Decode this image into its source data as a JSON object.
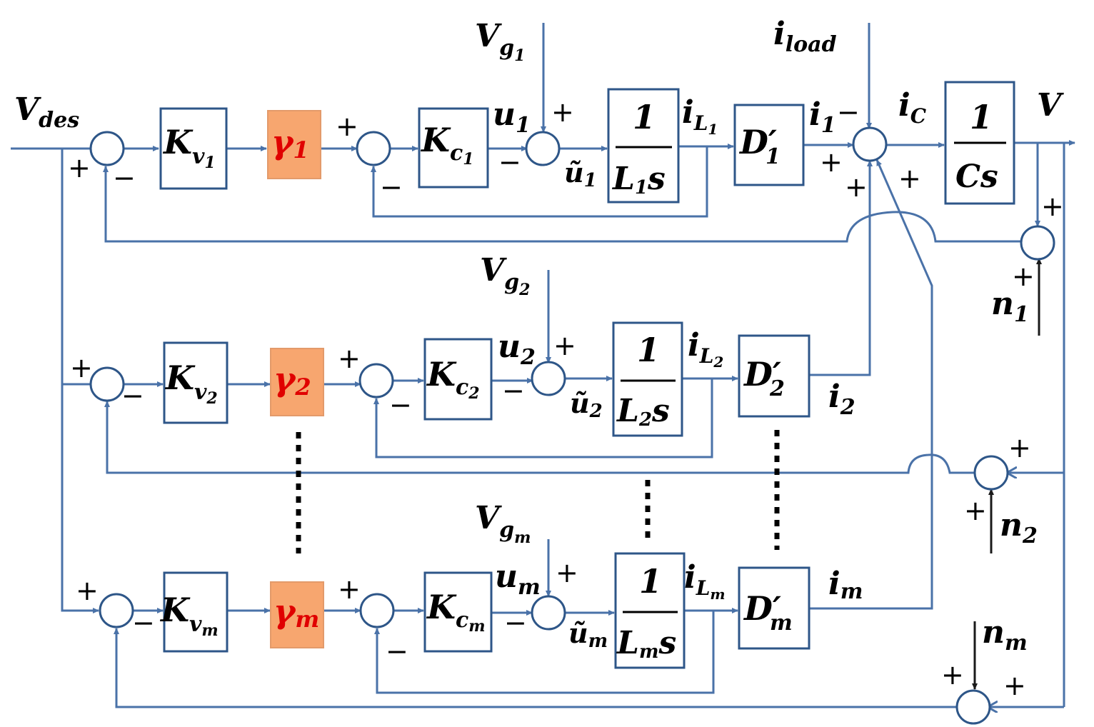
{
  "labels": {
    "vdes": "V",
    "vdes_sub": "des",
    "vg": [
      "V",
      "V",
      "V"
    ],
    "vg_sub": [
      "g",
      "g",
      "g"
    ],
    "vg_subsub": [
      "1",
      "2",
      "m"
    ],
    "iload": "i",
    "iload_sub": "load",
    "ic": "i",
    "ic_sub": "C",
    "v_out": "V",
    "kv": [
      "K",
      "K",
      "K"
    ],
    "kv_sub": [
      "v",
      "v",
      "v"
    ],
    "kv_subsub": [
      "1",
      "2",
      "m"
    ],
    "kc": [
      "K",
      "K",
      "K"
    ],
    "kc_sub": [
      "c",
      "c",
      "c"
    ],
    "kc_subsub": [
      "1",
      "2",
      "m"
    ],
    "gamma": [
      "γ",
      "γ",
      "γ"
    ],
    "gamma_sub": [
      "1",
      "2",
      "m"
    ],
    "u": [
      "u",
      "u",
      "u"
    ],
    "u_sub": [
      "1",
      "2",
      "m"
    ],
    "ut": [
      "ũ",
      "ũ",
      "ũ"
    ],
    "ut_sub": [
      "1",
      "2",
      "m"
    ],
    "one": "1",
    "L": [
      "L",
      "L",
      "L"
    ],
    "L_sub": [
      "1",
      "2",
      "m"
    ],
    "s": "s",
    "iL": [
      "i",
      "i",
      "i"
    ],
    "iL_sub": [
      "L",
      "L",
      "L"
    ],
    "iL_subsub": [
      "1",
      "2",
      "m"
    ],
    "D": [
      "D′",
      "D′",
      "D′"
    ],
    "D_sub": [
      "1",
      "2",
      "m"
    ],
    "i": [
      "i",
      "i",
      "i"
    ],
    "i_sub": [
      "1",
      "2",
      "m"
    ],
    "Cs": "Cs",
    "n": [
      "n",
      "n",
      "n"
    ],
    "n_sub": [
      "1",
      "2",
      "m"
    ],
    "plus": "+",
    "minus": "−"
  },
  "colors": {
    "wire": "#4a72a8",
    "block_border": "#2e5688",
    "gamma_fill": "#f7a66f",
    "gamma_text": "#e00000"
  }
}
